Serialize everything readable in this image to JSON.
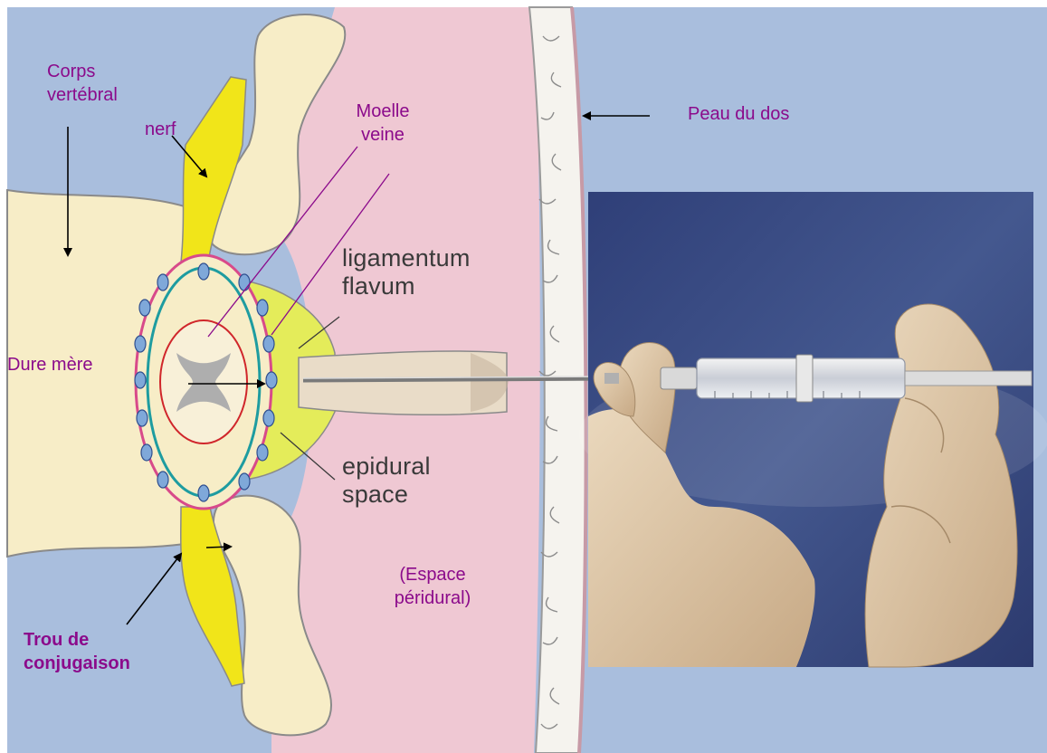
{
  "labels": {
    "corps_vertebral": [
      "Corps",
      "vertébral"
    ],
    "nerf": "nerf",
    "moelle_veine": [
      "Moelle",
      "veine"
    ],
    "peau_du_dos": "Peau du dos",
    "ligamentum_flavum": [
      "ligamentum",
      "flavum"
    ],
    "dure_mere": "Dure mère",
    "epidural_space": [
      "epidural",
      "space"
    ],
    "espace_peridural": [
      "(Espace",
      "péridural)"
    ],
    "trou_de_conjugaison": [
      "Trou de",
      "conjugaison"
    ]
  },
  "colors": {
    "background_blue": "#a9bedd",
    "bone": "#f7edc7",
    "tissue_pink": "#efc8d3",
    "nerve_yellow": "#f1e519",
    "label_purple": "#8B0A8B",
    "photo_blue": "#3c4e86",
    "skin_glove": "#d9c2a2"
  },
  "icons": [
    "arrow-icon",
    "syringe-icon",
    "gloved-hand-icon",
    "vertebra-icon",
    "spinal-cord-icon"
  ]
}
